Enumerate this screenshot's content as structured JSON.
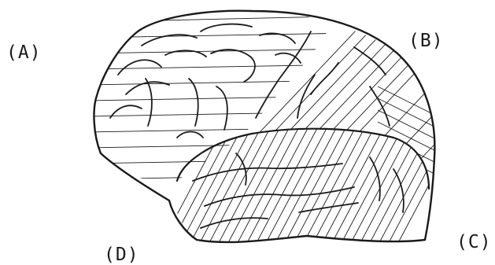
{
  "labels": {
    "a": "(A)",
    "b": "(B)",
    "c": "(C)",
    "d": "(D)"
  },
  "colors": {
    "ink": "#1a1a1a",
    "background": "#ffffff"
  }
}
